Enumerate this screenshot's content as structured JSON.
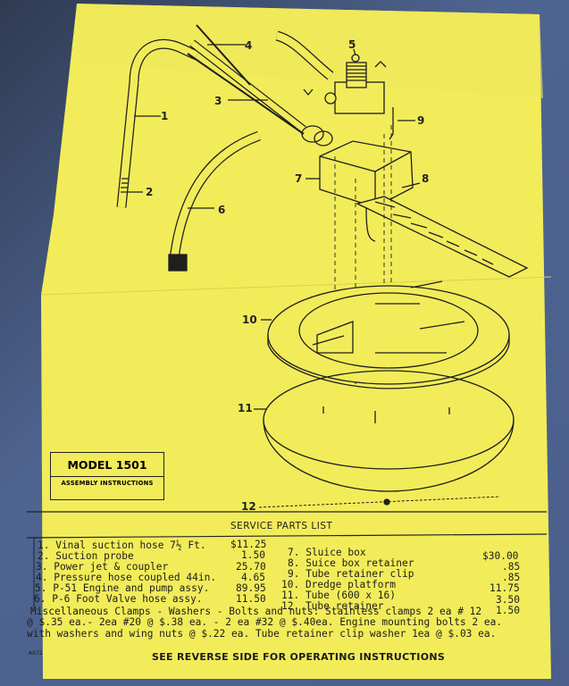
{
  "document": {
    "callouts": [
      "1",
      "2",
      "3",
      "4",
      "5",
      "6",
      "7",
      "8",
      "9",
      "10",
      "11",
      "12"
    ],
    "model": {
      "title": "MODEL 1501",
      "subtitle": "ASSEMBLY INSTRUCTIONS"
    },
    "parts_list": {
      "title": "SERVICE PARTS LIST",
      "left_items": [
        {
          "label": "1. Vinal suction hose  7½ Ft.",
          "price": "$11.25"
        },
        {
          "label": "2. Suction probe",
          "price": "1.50"
        },
        {
          "label": "3. Power jet & coupler",
          "price": "25.70"
        },
        {
          "label": "4. Pressure hose coupled 44in.",
          "price": "4.65"
        },
        {
          "label": "5. P-51 Engine and pump assy.",
          "price": "89.95"
        },
        {
          "label": "6. P-6 Foot Valve hose assy.",
          "price": "11.50"
        }
      ],
      "right_items": [
        {
          "label": "7. Sluice box",
          "price": "$30.00"
        },
        {
          "label": "8. Suice box retainer",
          "price": ".85"
        },
        {
          "label": "9. Tube retainer clip",
          "price": ".85"
        },
        {
          "label": "10. Dredge platform",
          "price": "11.75"
        },
        {
          "label": "11. Tube (600 x 16)",
          "price": "3.50"
        },
        {
          "label": "12. Tube retainer",
          "price": "1.50"
        }
      ],
      "misc_lines": [
        "Miscellaneous Clamps - Washers - Bolts and nuts:  Stainless clamps 2 ea # 12",
        "@ $.35 ea.- 2ea #20 @ $.38 ea. - 2 ea #32 @ $.40ea.  Engine mounting bolts 2 ea.",
        "with washers and wing nuts @ $.22 ea.  Tube retainer clip washer 1ea @ $.03 ea."
      ],
      "footer": "SEE REVERSE SIDE FOR OPERATING INSTRUCTIONS",
      "code": "A672"
    },
    "colors": {
      "paper": "#f2ec5a",
      "ink": "#1c1c1c",
      "background": "#4a5f8c"
    }
  }
}
